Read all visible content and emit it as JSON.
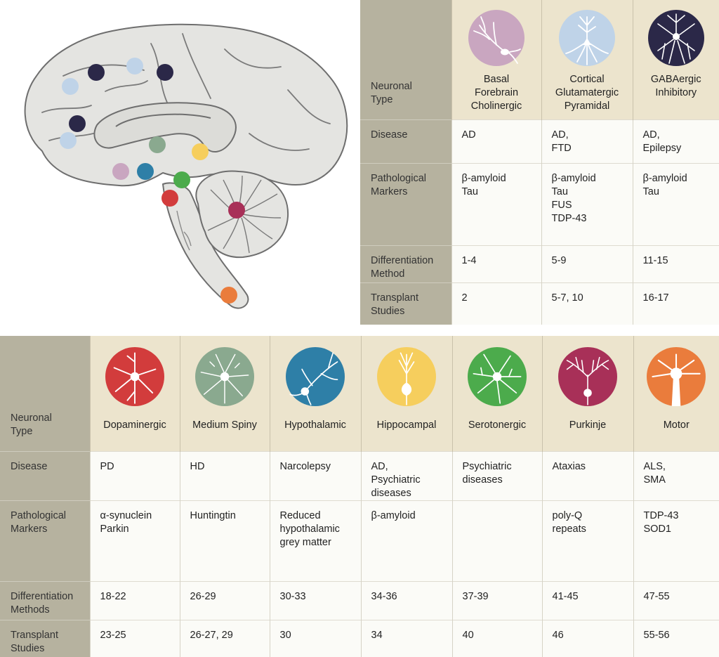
{
  "brain": {
    "dots": [
      {
        "region": "cortex-frontal",
        "color": "#bfd3e8"
      },
      {
        "region": "cortex-superior-1",
        "color": "#2b2848"
      },
      {
        "region": "cortex-superior-2",
        "color": "#bfd3e8"
      },
      {
        "region": "cortex-superior-3",
        "color": "#2b2848"
      },
      {
        "region": "cortex-frontal-2",
        "color": "#2b2848"
      },
      {
        "region": "cortex-frontal-3",
        "color": "#bfd3e8"
      },
      {
        "region": "basal-forebrain",
        "color": "#c9a6c0"
      },
      {
        "region": "striatum",
        "color": "#8aa98f"
      },
      {
        "region": "hippocampus",
        "color": "#f6ce5d"
      },
      {
        "region": "hypothalamus",
        "color": "#2e7fa7"
      },
      {
        "region": "raphe",
        "color": "#4cab4c"
      },
      {
        "region": "substantia-nigra",
        "color": "#d23c3c"
      },
      {
        "region": "cerebellum",
        "color": "#a83058"
      },
      {
        "region": "spinal-cord",
        "color": "#ea7c3c"
      }
    ]
  },
  "top_table": {
    "row_labels": [
      "Neuronal\nType",
      "Disease",
      "Pathological\nMarkers",
      "Differentiation\nMethod",
      "Transplant\nStudies"
    ],
    "columns": [
      {
        "name": "Basal\nForebrain\nCholinergic",
        "icon": "cholinergic-neuron-icon",
        "color": "#c9a6c0",
        "disease": "AD",
        "markers": "β-amyloid\nTau",
        "differentiation": "1-4",
        "transplant": "2"
      },
      {
        "name": "Cortical\nGlutamatergic\nPyramidal",
        "icon": "pyramidal-neuron-icon",
        "color": "#bfd3e8",
        "disease": "AD,\nFTD",
        "markers": "β-amyloid\nTau\nFUS\nTDP-43",
        "differentiation": "5-9",
        "transplant": "5-7, 10"
      },
      {
        "name": "GABAergic\nInhibitory",
        "icon": "gabaergic-neuron-icon",
        "color": "#2b2848",
        "disease": "AD,\nEpilepsy",
        "markers": "β-amyloid\nTau",
        "differentiation": "11-15",
        "transplant": "16-17"
      }
    ]
  },
  "bottom_table": {
    "row_labels": [
      "Neuronal\nType",
      "Disease",
      "Pathological\nMarkers",
      "Differentiation\nMethods",
      "Transplant\nStudies"
    ],
    "columns": [
      {
        "name": "Dopaminergic",
        "icon": "dopaminergic-neuron-icon",
        "color": "#d23c3c",
        "disease": "PD",
        "markers": "α-synuclein\nParkin",
        "differentiation": "18-22",
        "transplant": "23-25"
      },
      {
        "name": "Medium Spiny",
        "icon": "medium-spiny-neuron-icon",
        "color": "#8aa98f",
        "disease": "HD",
        "markers": "Huntingtin",
        "differentiation": "26-29",
        "transplant": "26-27, 29"
      },
      {
        "name": "Hypothalamic",
        "icon": "hypothalamic-neuron-icon",
        "color": "#2e7fa7",
        "disease": "Narcolepsy",
        "markers": "Reduced\nhypothalamic\ngrey matter",
        "differentiation": "30-33",
        "transplant": "30"
      },
      {
        "name": "Hippocampal",
        "icon": "hippocampal-neuron-icon",
        "color": "#f6ce5d",
        "disease": "AD,\nPsychiatric\ndiseases",
        "markers": "β-amyloid",
        "differentiation": "34-36",
        "transplant": "34"
      },
      {
        "name": "Serotonergic",
        "icon": "serotonergic-neuron-icon",
        "color": "#4cab4c",
        "disease": "Psychiatric\ndiseases",
        "markers": "",
        "differentiation": "37-39",
        "transplant": "40"
      },
      {
        "name": "Purkinje",
        "icon": "purkinje-neuron-icon",
        "color": "#a83058",
        "disease": "Ataxias",
        "markers": "poly-Q\nrepeats",
        "differentiation": "41-45",
        "transplant": "46"
      },
      {
        "name": "Motor",
        "icon": "motor-neuron-icon",
        "color": "#ea7c3c",
        "disease": "ALS,\nSMA",
        "markers": "TDP-43\nSOD1",
        "differentiation": "47-55",
        "transplant": "55-56"
      }
    ]
  }
}
